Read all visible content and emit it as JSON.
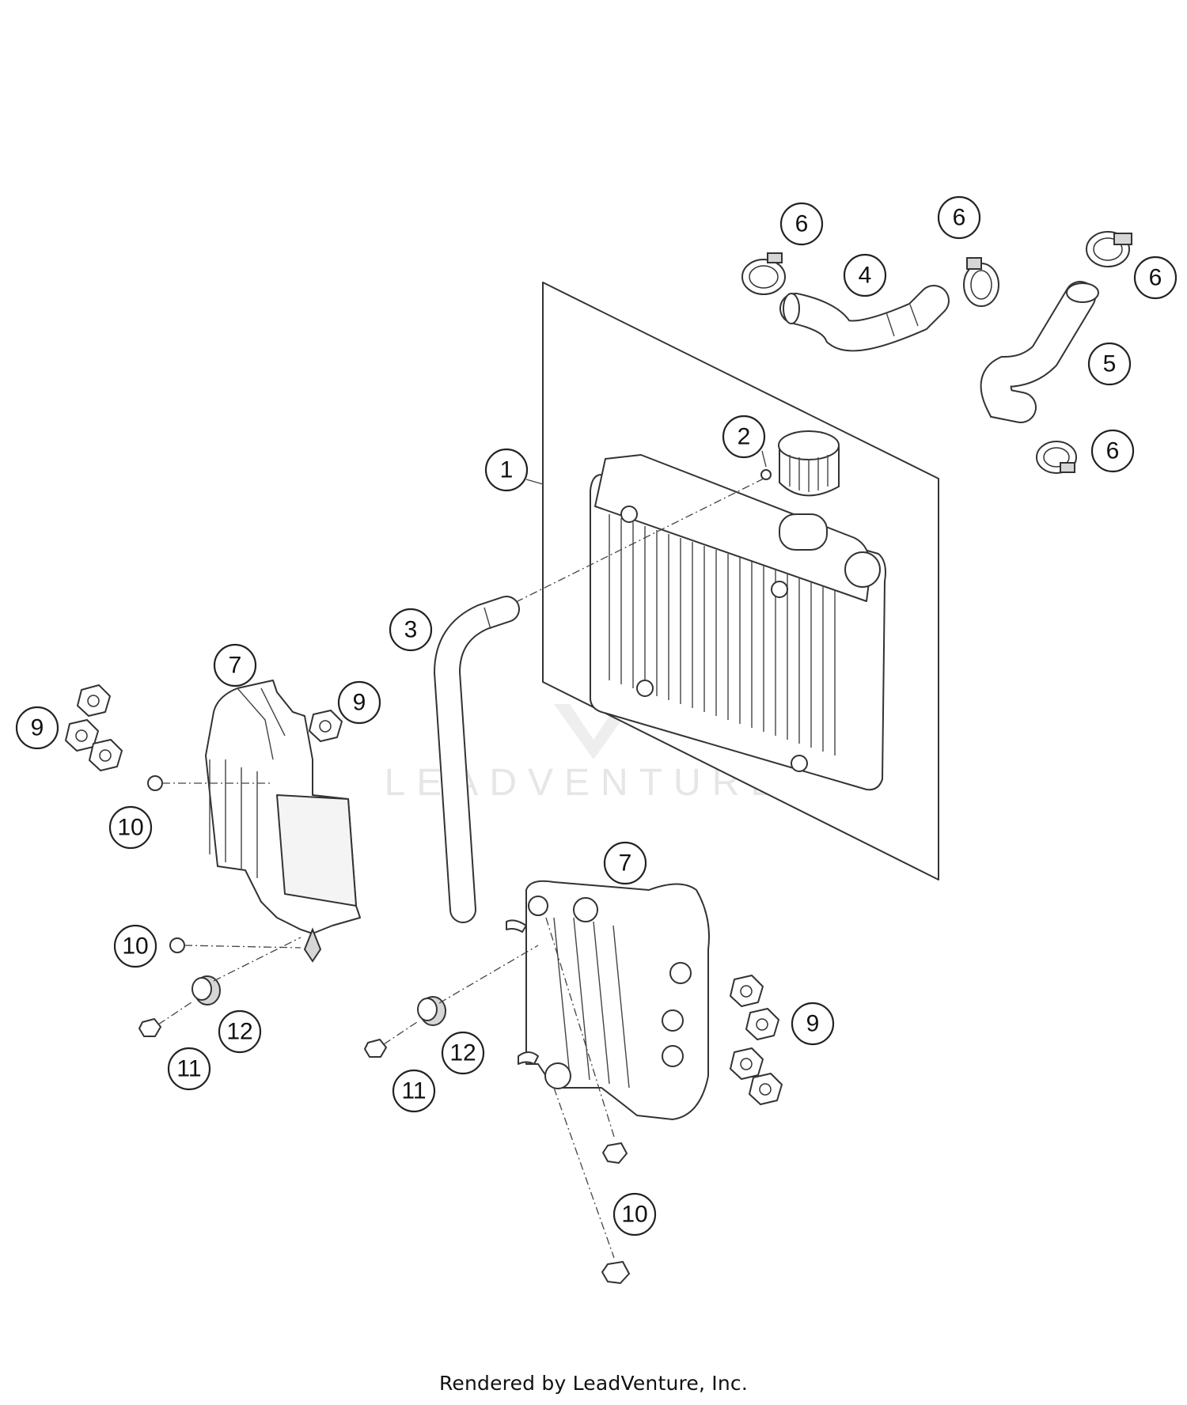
{
  "watermark": {
    "text": "LEADVENTURE"
  },
  "footer": {
    "credit": "Rendered by LeadVenture, Inc."
  },
  "callouts": [
    {
      "id": "c1",
      "label": "1"
    },
    {
      "id": "c2",
      "label": "2"
    },
    {
      "id": "c3",
      "label": "3"
    },
    {
      "id": "c4",
      "label": "4"
    },
    {
      "id": "c5",
      "label": "5"
    },
    {
      "id": "c6a",
      "label": "6"
    },
    {
      "id": "c6b",
      "label": "6"
    },
    {
      "id": "c6c",
      "label": "6"
    },
    {
      "id": "c6d",
      "label": "6"
    },
    {
      "id": "c7a",
      "label": "7"
    },
    {
      "id": "c7b",
      "label": "7"
    },
    {
      "id": "c9a",
      "label": "9"
    },
    {
      "id": "c9b",
      "label": "9"
    },
    {
      "id": "c9c",
      "label": "9"
    },
    {
      "id": "c10a",
      "label": "10"
    },
    {
      "id": "c10b",
      "label": "10"
    },
    {
      "id": "c10c",
      "label": "10"
    },
    {
      "id": "c11a",
      "label": "11"
    },
    {
      "id": "c11b",
      "label": "11"
    },
    {
      "id": "c12a",
      "label": "12"
    },
    {
      "id": "c12b",
      "label": "12"
    }
  ]
}
